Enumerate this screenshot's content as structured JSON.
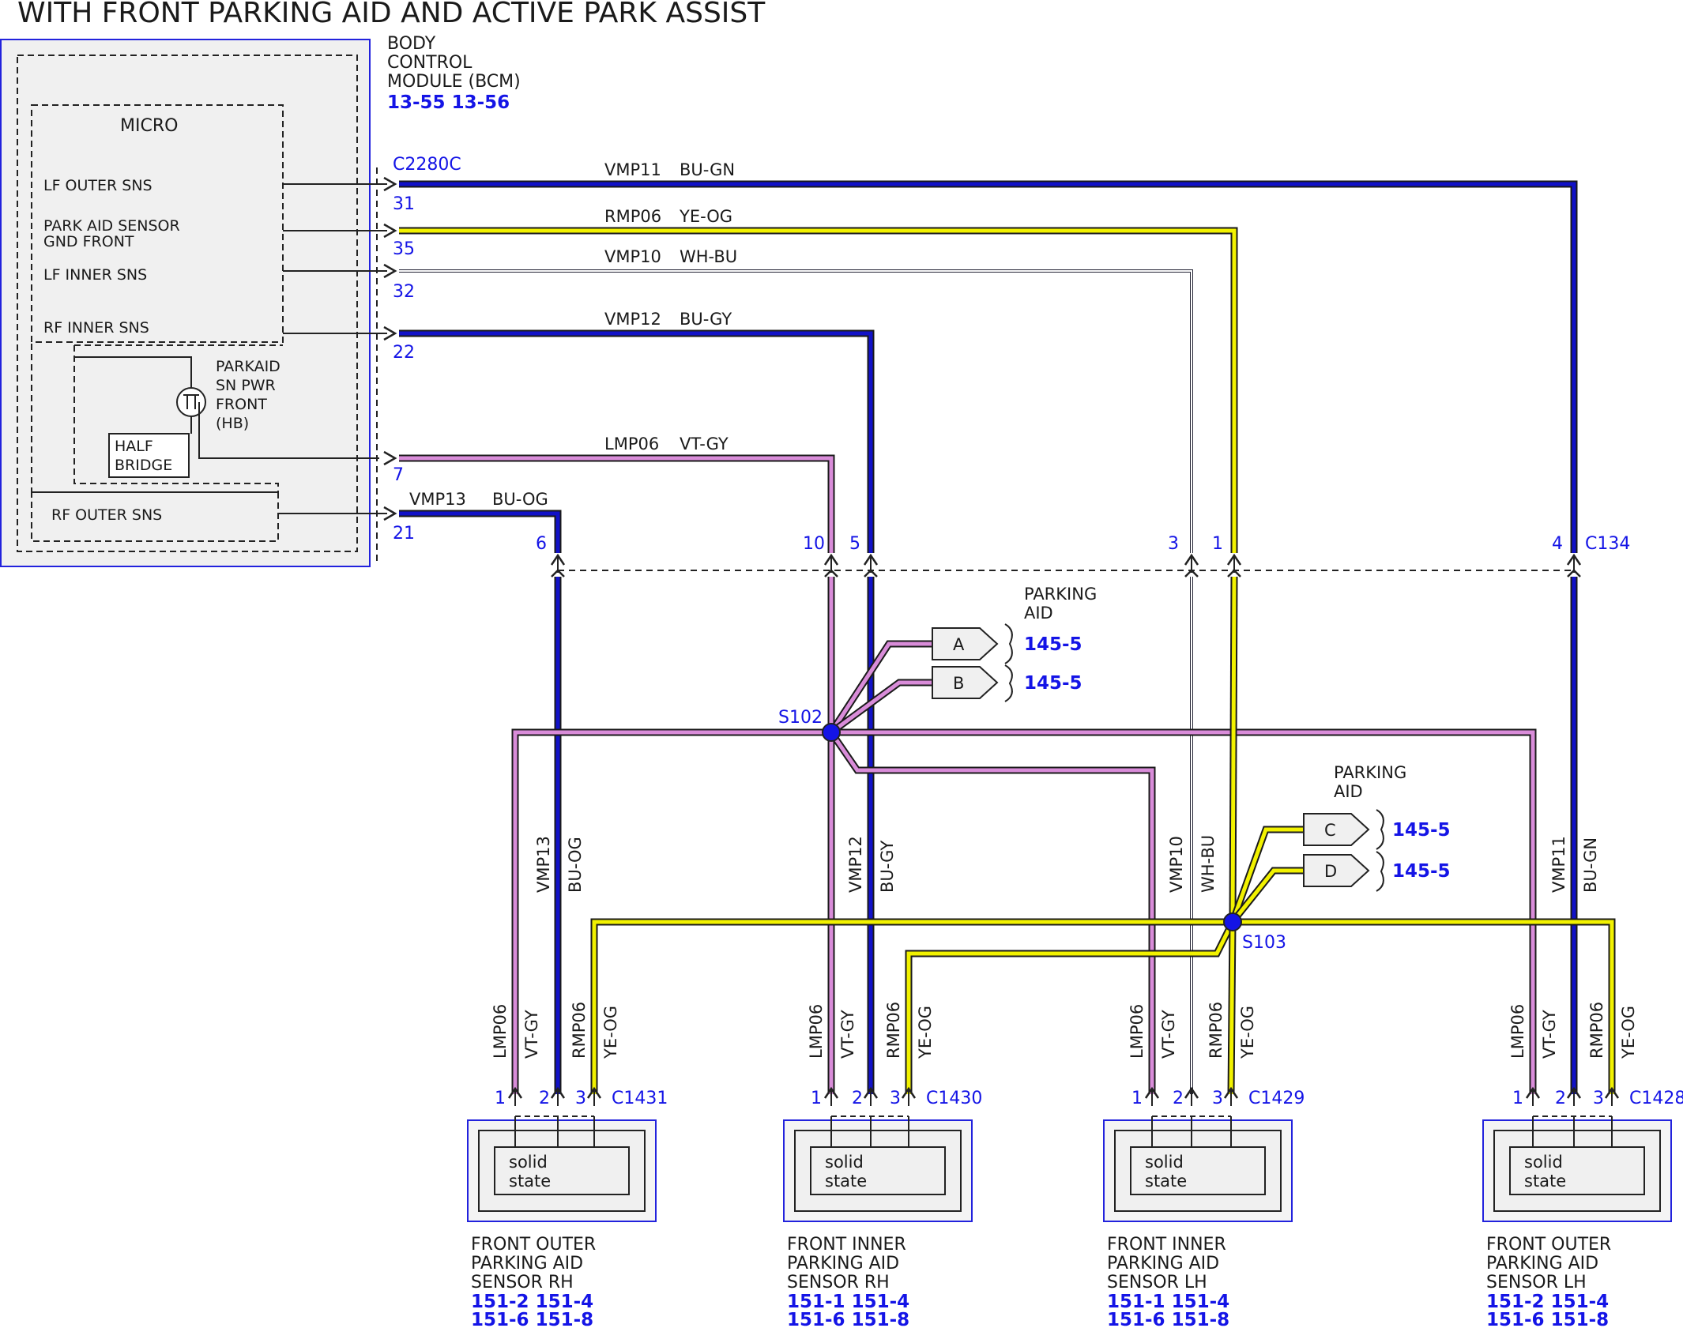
{
  "title": "WITH FRONT PARKING AID AND ACTIVE PARK ASSIST",
  "bcm": {
    "name_lines": [
      "BODY",
      "CONTROL",
      "MODULE (BCM)"
    ],
    "refs": "13-55  13-56",
    "micro_label": "MICRO",
    "signals": [
      "LF OUTER SNS",
      "PARK AID SENSOR",
      "GND FRONT",
      "LF INNER SNS",
      "RF INNER SNS",
      "RF OUTER SNS"
    ],
    "parkaid_lines": [
      "PARKAID",
      "SN PWR",
      "FRONT",
      "(HB)"
    ],
    "half_bridge_lines": [
      "HALF",
      "BRIDGE"
    ],
    "connector": "C2280C"
  },
  "bcm_pins": [
    "31",
    "35",
    "32",
    "22",
    "7",
    "21"
  ],
  "circuits": [
    {
      "circuit": "VMP11",
      "color": "BU-GN"
    },
    {
      "circuit": "RMP06",
      "color": "YE-OG"
    },
    {
      "circuit": "VMP10",
      "color": "WH-BU"
    },
    {
      "circuit": "VMP12",
      "color": "BU-GY"
    },
    {
      "circuit": "LMP06",
      "color": "VT-GY"
    },
    {
      "circuit": "VMP13",
      "color": "BU-OG"
    }
  ],
  "c134": {
    "name": "C134",
    "pins": [
      "6",
      "10",
      "5",
      "3",
      "1",
      "4"
    ]
  },
  "splices": {
    "s102": "S102",
    "s103": "S103"
  },
  "parking_aid_groups": [
    {
      "label_lines": [
        "PARKING",
        "AID"
      ],
      "connectors": [
        "A",
        "B"
      ],
      "refs": [
        "145-5",
        "145-5"
      ]
    },
    {
      "label_lines": [
        "PARKING",
        "AID"
      ],
      "connectors": [
        "C",
        "D"
      ],
      "refs": [
        "145-5",
        "145-5"
      ]
    }
  ],
  "vertical_labels": {
    "vmp13": "VMP13",
    "bu_og": "BU-OG",
    "vmp12": "VMP12",
    "bu_gy": "BU-GY",
    "vmp10": "VMP10",
    "wh_bu": "WH-BU",
    "vmp11": "VMP11",
    "bu_gn": "BU-GN",
    "lmp06": "LMP06",
    "vt_gy": "VT-GY",
    "rmp06": "RMP06",
    "ye_og": "YE-OG"
  },
  "sensors": [
    {
      "connector": "C1431",
      "pins": [
        "1",
        "2",
        "3"
      ],
      "inner": [
        "solid",
        "state"
      ],
      "name_lines": [
        "FRONT OUTER",
        "PARKING AID",
        "SENSOR RH"
      ],
      "refs": [
        "151-2 151-4",
        "151-6 151-8"
      ]
    },
    {
      "connector": "C1430",
      "pins": [
        "1",
        "2",
        "3"
      ],
      "inner": [
        "solid",
        "state"
      ],
      "name_lines": [
        "FRONT INNER",
        "PARKING AID",
        "SENSOR RH"
      ],
      "refs": [
        "151-1 151-4",
        "151-6 151-8"
      ]
    },
    {
      "connector": "C1429",
      "pins": [
        "1",
        "2",
        "3"
      ],
      "inner": [
        "solid",
        "state"
      ],
      "name_lines": [
        "FRONT INNER",
        "PARKING AID",
        "SENSOR LH"
      ],
      "refs": [
        "151-1 151-4",
        "151-6 151-8"
      ]
    },
    {
      "connector": "C1428",
      "pins": [
        "1",
        "2",
        "3"
      ],
      "inner": [
        "solid",
        "state"
      ],
      "name_lines": [
        "FRONT OUTER",
        "PARKING AID",
        "SENSOR LH"
      ],
      "refs": [
        "151-2 151-4",
        "151-6 151-8"
      ]
    }
  ],
  "wire_colors": {
    "blue": "#1212c8",
    "yellow": "#f2f200",
    "violet": "#d98cd9",
    "white": "#ffffff",
    "outline": "#1a1a1a",
    "pin_blue": "#1414e6"
  }
}
